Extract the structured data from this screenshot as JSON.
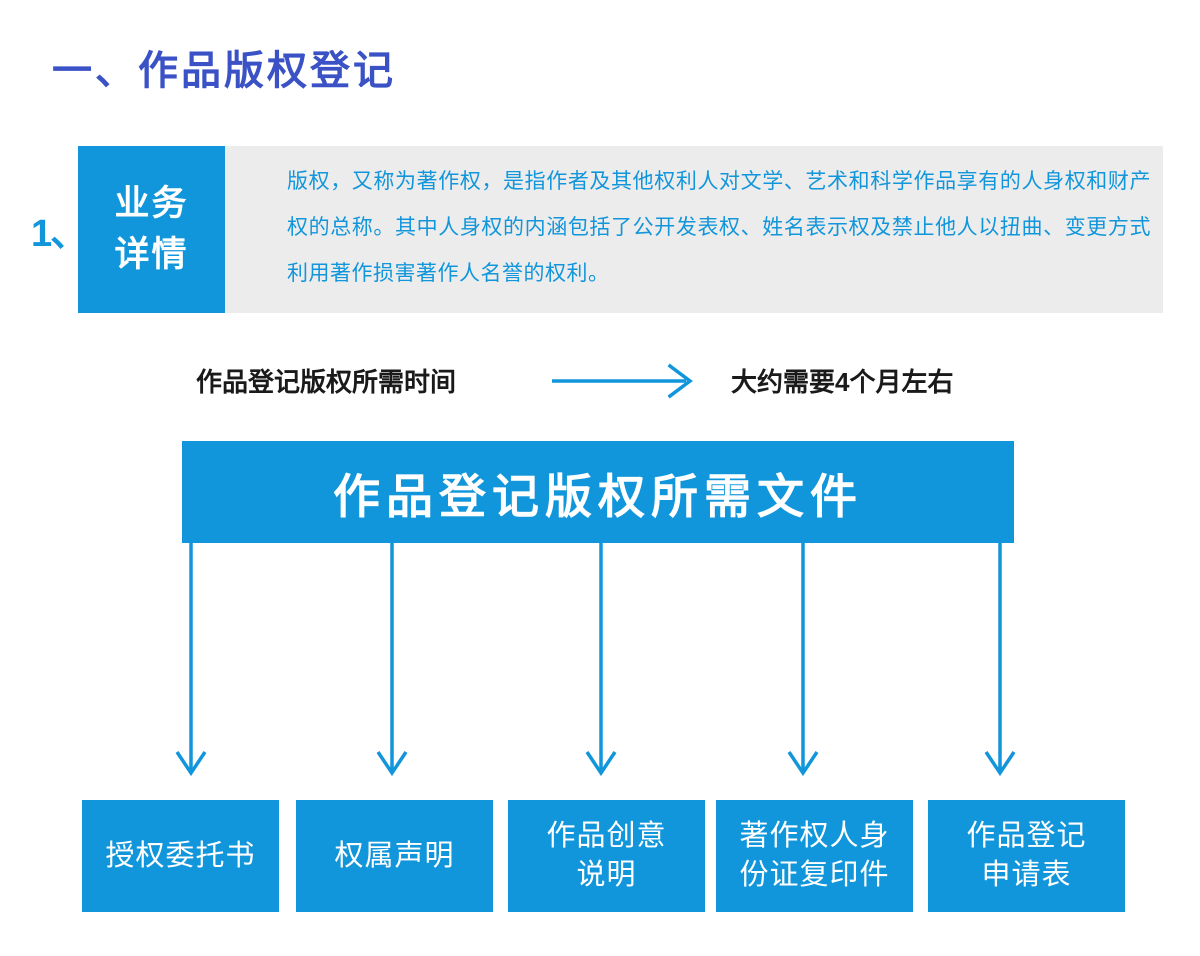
{
  "page": {
    "title": "一、作品版权登记",
    "title_color": "#3a52c6",
    "accent_color": "#1296db",
    "panel_bg_color": "#ececec"
  },
  "detail_section": {
    "index": "1、",
    "banner_line1": "业务",
    "banner_line2": "详情",
    "body_text": "版权，又称为著作权，是指作者及其他权利人对文学、艺术和科学作品享有的人身权和财产权的总称。其中人身权的内涵包括了公开发表权、姓名表示权及禁止他人以扭曲、变更方式利用著作损害著作人名誉的权利。"
  },
  "duration_section": {
    "label": "作品登记版权所需时间",
    "arrow_icon": "right-arrow-icon",
    "value": "大约需要4个月左右"
  },
  "documents_section": {
    "header": "作品登记版权所需文件",
    "arrow_icon": "down-arrow-icon",
    "items": [
      {
        "label": "授权委托书"
      },
      {
        "label": "权属声明"
      },
      {
        "label": "作品创意\n说明"
      },
      {
        "label": "著作权人身\n份证复印件"
      },
      {
        "label": "作品登记\n申请表"
      }
    ]
  }
}
